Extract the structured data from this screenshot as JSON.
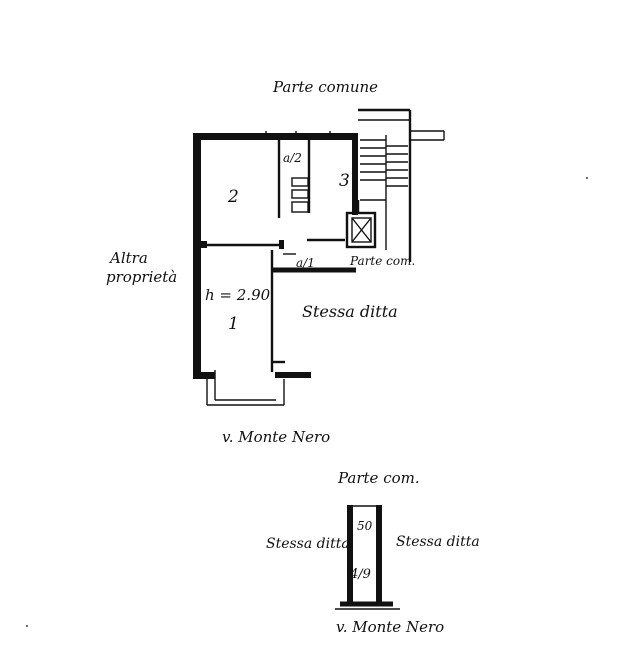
{
  "main_plan": {
    "label_top": "Parte comune",
    "label_left_line1": "Altra",
    "label_left_line2": "proprietà",
    "label_right": "Stessa ditta",
    "label_bottom": "v. Monte Nero",
    "label_stair": "Parte com.",
    "room_2": "2",
    "room_3": "3",
    "room_1": "1",
    "height_note": "h = 2.90",
    "mark_top": "a/2",
    "mark_mid": "a/1"
  },
  "garage_plan": {
    "label_top": "Parte com.",
    "label_left": "Stessa ditta",
    "label_right": "Stessa ditta",
    "label_bottom": "v. Monte Nero",
    "width_note": "50",
    "mark": "4/9"
  }
}
